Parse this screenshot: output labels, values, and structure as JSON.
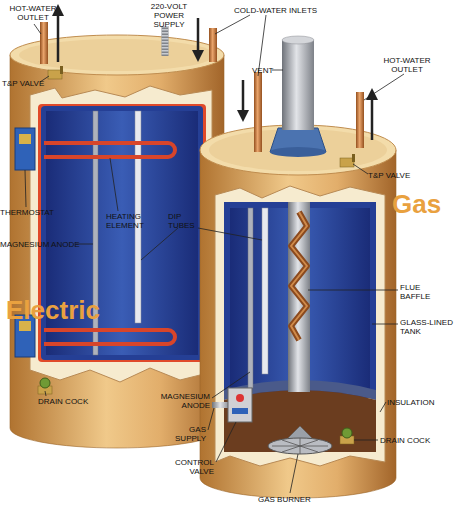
{
  "diagram": {
    "labels": [
      "HOT-WATER OUTLET",
      "220-VOLT POWER SUPPLY",
      "COLD-WATER INLETS",
      "HOT-WATER OUTLET",
      "VENT",
      "T&P VALVE",
      "T&P VALVE",
      "THERMOSTAT",
      "HEATING ELEMENT",
      "DIP TUBES",
      "Gas",
      "MAGNESIUM ANODE",
      "FLUE BAFFLE",
      "Electric",
      "GLASS-LINED TANK",
      "DRAIN COCK",
      "MAGNESIUM ANODE",
      "INSULATION",
      "GAS SUPPLY",
      "DRAIN COCK",
      "CONTROL VALVE",
      "GAS BURNER"
    ]
  }
}
